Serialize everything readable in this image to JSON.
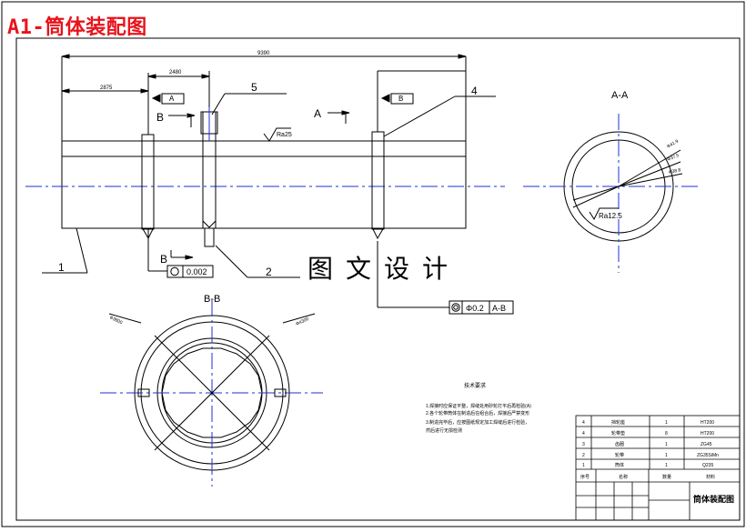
{
  "page_title": "A1-筒体装配图",
  "watermark": "图文设计",
  "colors": {
    "title": "#e8141c",
    "line": "#000000",
    "centerline": "#1f2fd6",
    "highlight": "#1f2fd6"
  },
  "main_view": {
    "dim_overall": "9390",
    "dim_left": "2875",
    "dim_mid": "2480",
    "part_labels": [
      "1",
      "2",
      "4",
      "5"
    ],
    "section_markers": {
      "b_top": "B",
      "b_bottom": "B",
      "a_top": "A"
    },
    "datum_a": "A",
    "datum_b": "B",
    "roughness_main": "Ra25",
    "tolerance_circularity": "0.002",
    "tolerance_runout": "0.2",
    "runout_datum": "A-B"
  },
  "section_a": {
    "title": "A-A",
    "roughness": "Ra12.5",
    "dims": [
      "Φ41.9",
      "Φ37.5",
      "Φ38.8"
    ]
  },
  "section_b": {
    "title": "B-B",
    "dims": [
      "Φ3800",
      "Φ4300"
    ]
  },
  "notes": {
    "title": "技术要求",
    "lines": [
      "1.焊接时应保证平整，焊缝处用砂轮打平后再检验(A)",
      "2.各个轮带筒体在制造后在组合后，焊接后严禁变形",
      "3.制造完毕后，应按图纸规定加工焊缝后进行检验，",
      "   然后进行无损检测"
    ]
  },
  "bom": {
    "rows": [
      {
        "no": "4",
        "name": "挡轮座",
        "qty": "1",
        "material": "HT200"
      },
      {
        "no": "4",
        "name": "轮带垫",
        "qty": "8",
        "material": "HT200"
      },
      {
        "no": "3",
        "name": "齿圈",
        "qty": "1",
        "material": "ZG45"
      },
      {
        "no": "2",
        "name": "轮带",
        "qty": "1",
        "material": "ZG35SiMn"
      },
      {
        "no": "1",
        "name": "筒体",
        "qty": "1",
        "material": "Q235"
      }
    ],
    "headers": {
      "no": "序号",
      "name": "名称",
      "qty": "数量",
      "material": "材料"
    }
  },
  "title_block": {
    "drawing_name": "筒体装配图"
  }
}
